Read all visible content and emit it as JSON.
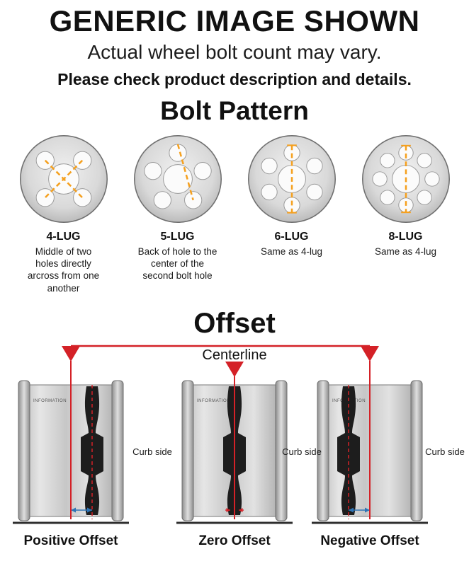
{
  "header": {
    "title": "GENERIC IMAGE SHOWN",
    "subtitle": "Actual wheel bolt count may vary.",
    "note": "Please check product description and details."
  },
  "bolt_pattern": {
    "title": "Bolt Pattern",
    "items": [
      {
        "label": "4-LUG",
        "lugs": 4,
        "description": "Middle of two holes directly arcross from one another"
      },
      {
        "label": "5-LUG",
        "lugs": 5,
        "description": "Back of hole to the center of the second bolt hole"
      },
      {
        "label": "6-LUG",
        "lugs": 6,
        "description": "Same as 4-lug"
      },
      {
        "label": "8-LUG",
        "lugs": 8,
        "description": "Same as 4-lug"
      }
    ]
  },
  "offset": {
    "title": "Offset",
    "centerline_label": "Centerline",
    "curb_side_label": "Curb side",
    "rim_text": "INFORMATION",
    "wheels": [
      {
        "label": "Positive Offset",
        "type": "positive"
      },
      {
        "label": "Zero Offset",
        "type": "zero"
      },
      {
        "label": "Negative Offset",
        "type": "negative"
      }
    ]
  },
  "colors": {
    "accent_orange": "#F5A01E",
    "accent_red": "#D42127",
    "accent_blue": "#2E74B5",
    "wheel_silver": "#C9CBCD",
    "text_black": "#111111",
    "background": "#FFFFFF"
  }
}
